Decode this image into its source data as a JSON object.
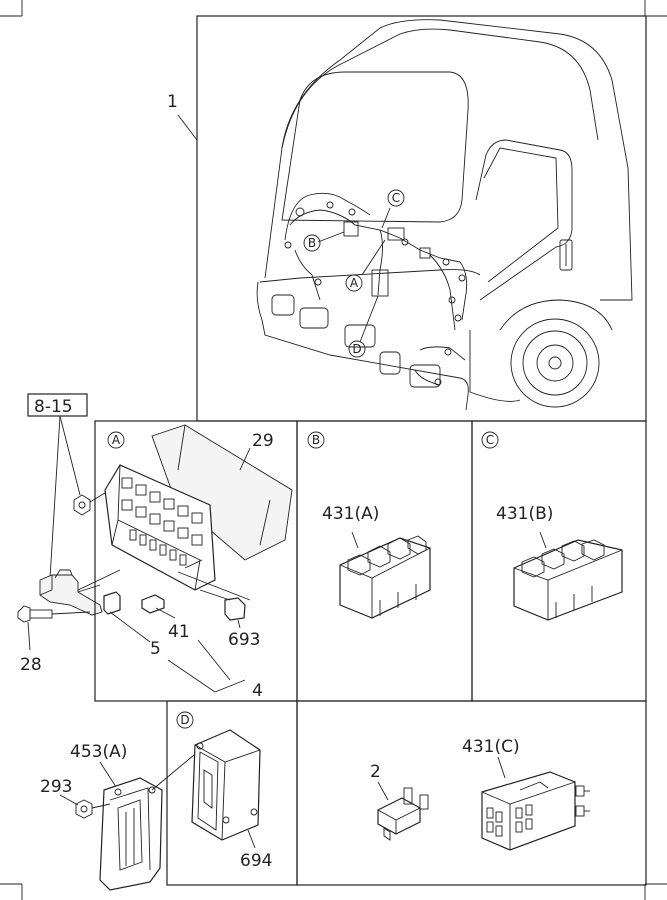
{
  "labels": {
    "assembly": "1",
    "ref_group": "8-15",
    "bolt": "28",
    "cover": "29",
    "fuse_box": "4",
    "fuse": "5",
    "relay_small": "41",
    "relay_693": "693",
    "connector_a": "431(A)",
    "connector_b": "431(B)",
    "module": "453(A)",
    "nut": "293",
    "cover_694": "694",
    "fuse_2": "2",
    "connector_c": "431(C)"
  },
  "callouts": {
    "a": "A",
    "b": "B",
    "c": "C",
    "d": "D"
  }
}
